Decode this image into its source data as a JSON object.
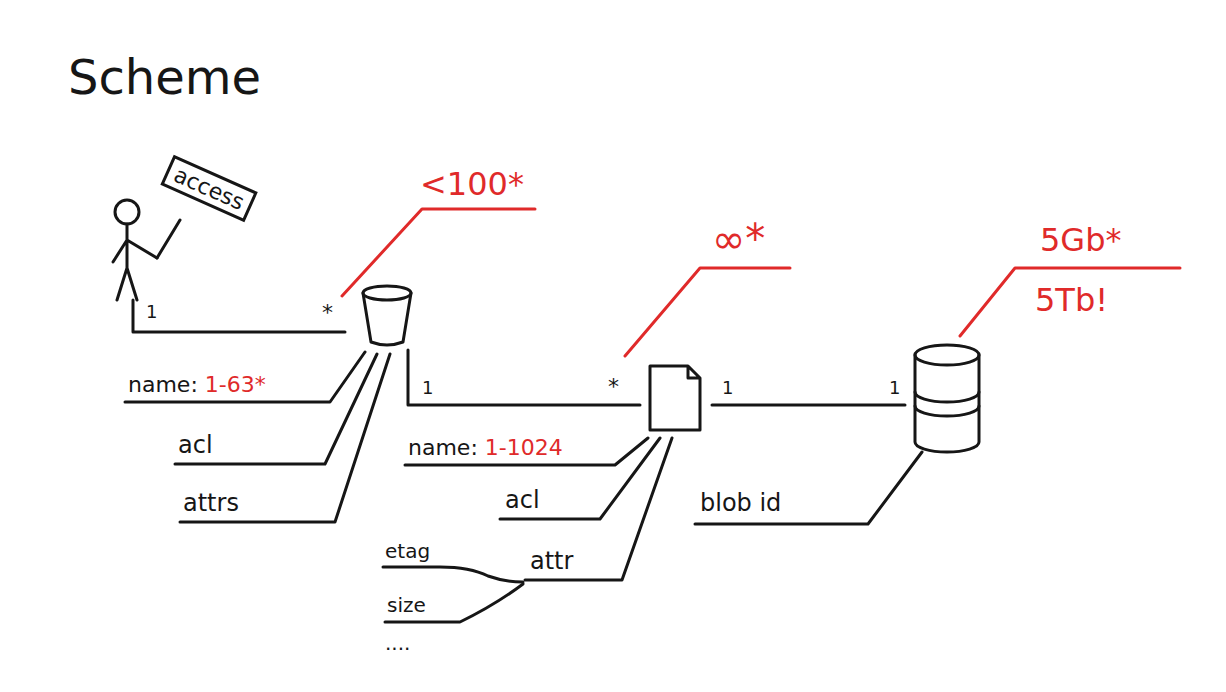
{
  "diagram": {
    "title": "Scheme",
    "nodes": [
      {
        "text": [
          "access"
        ]
      },
      {
        "text": [
          "<100*",
          "name:",
          "1-63*",
          "acl",
          "attrs"
        ]
      },
      {
        "text": [
          "∞*",
          "name:",
          "1-1024",
          "acl",
          "attr",
          "etag",
          "size",
          "...."
        ]
      },
      {
        "text": [
          "5Gb*",
          "5Tb!",
          "blob id"
        ]
      }
    ],
    "edges": [
      {
        "from": 0,
        "to": 1,
        "arrow": "none"
      },
      {
        "from": 1,
        "to": 2,
        "arrow": "none"
      },
      {
        "from": 2,
        "to": 3,
        "arrow": "none"
      }
    ],
    "labels": [
      "1",
      "*",
      "1",
      "*",
      "1",
      "1"
    ]
  }
}
